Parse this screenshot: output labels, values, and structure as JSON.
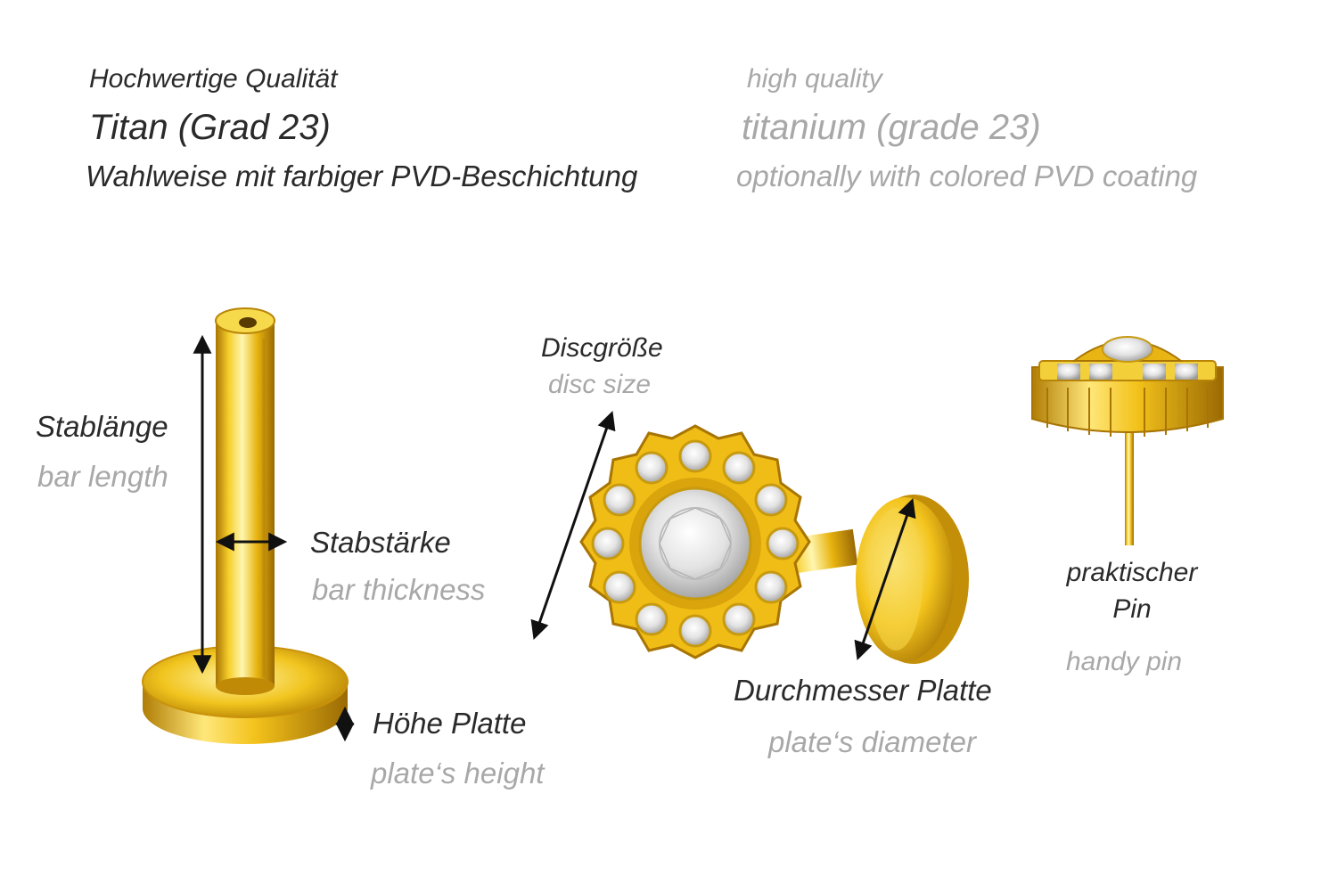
{
  "header": {
    "quality_de": "Hochwertige Qualität",
    "quality_en": "high quality",
    "material_de": "Titan (Grad 23)",
    "material_en": "titanium (grade 23)",
    "coating_de": "Wahlweise mit farbiger PVD-Beschichtung",
    "coating_en": "optionally with colored PVD coating"
  },
  "labels": {
    "bar_length_de": "Stablänge",
    "bar_length_en": "bar length",
    "bar_thickness_de": "Stabstärke",
    "bar_thickness_en": "bar thickness",
    "plate_height_de": "Höhe Platte",
    "plate_height_en": "plate‘s height",
    "disc_size_de": "Discgröße",
    "disc_size_en": "disc size",
    "plate_diameter_de": "Durchmesser Platte",
    "plate_diameter_en": "plate‘s diameter",
    "handy_pin_de_line1": "praktischer",
    "handy_pin_de_line2": "Pin",
    "handy_pin_en": "handy pin"
  },
  "colors": {
    "gold_light": "#fff3a0",
    "gold_mid": "#f2c21a",
    "gold_dark": "#b07d05",
    "text_de": "#2a2a2a",
    "text_en": "#a8a8a8"
  }
}
